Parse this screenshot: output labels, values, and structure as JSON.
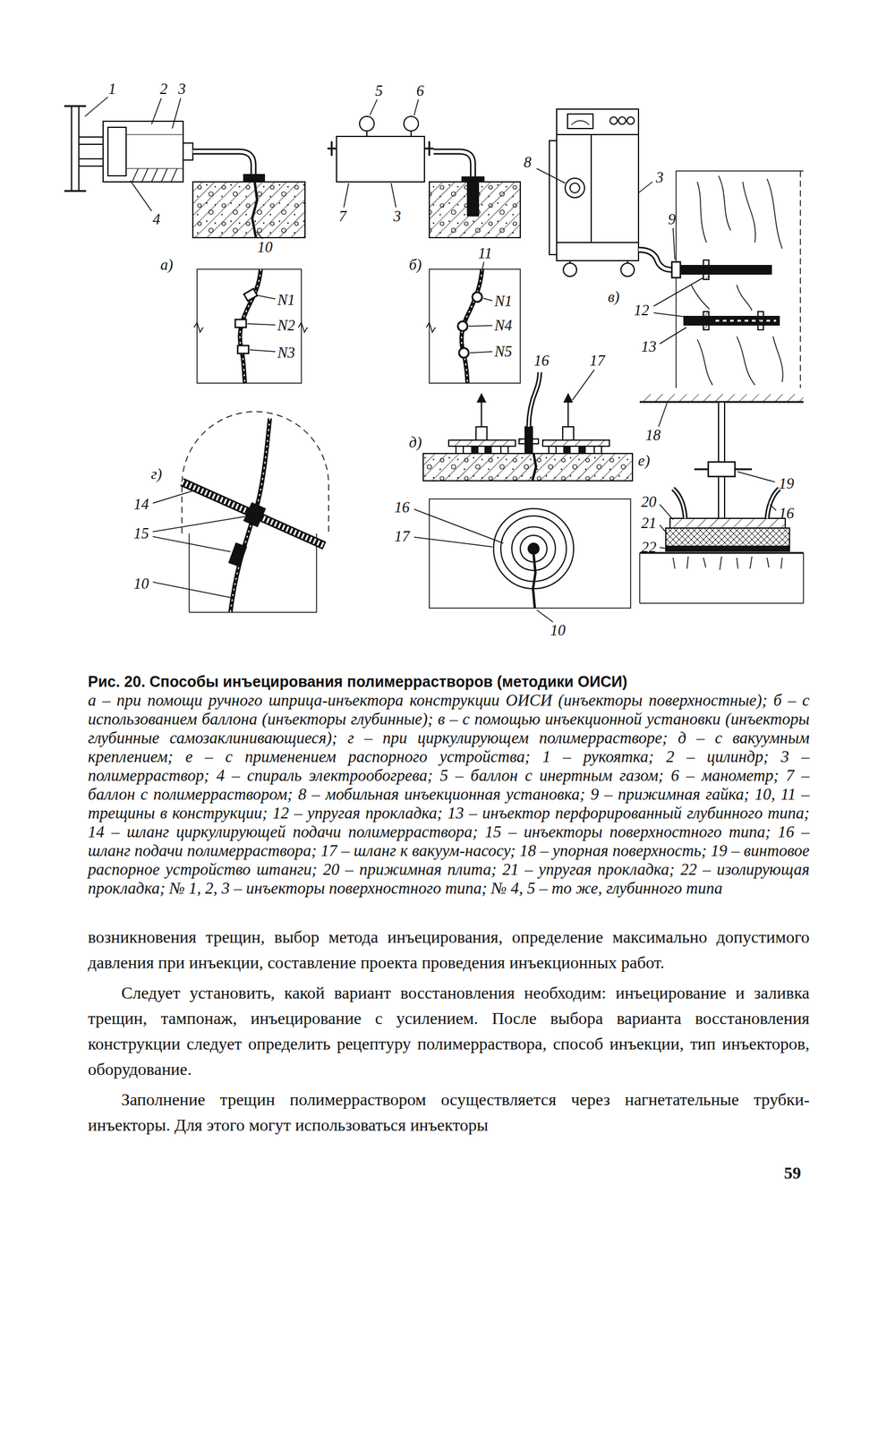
{
  "diagram": {
    "caption": "Рис. 20. Способы инъецирования полимеррастворов (методики ОИСИ)",
    "labels": [
      "1",
      "2",
      "3",
      "4",
      "а)",
      "10",
      "N1",
      "N2",
      "N3",
      "5",
      "6",
      "7",
      "3",
      "б)",
      "11",
      "N1",
      "N4",
      "N5",
      "8",
      "3",
      "9",
      "в)",
      "12",
      "13",
      "г)",
      "14",
      "15",
      "10",
      "16",
      "17",
      "д)",
      "16",
      "17",
      "10",
      "18",
      "е)",
      "19",
      "20",
      "16",
      "21",
      "22",
      "а – при помощи ручного шприца-инъектора конструкции ОИСИ (инъекторы поверхностные); б – с использованием баллона (инъекторы глубинные); в – с помощью инъекционной установки (инъекторы глубинные самозаклинивающиеся); г – при циркулирующем полимеррастворе; д – с вакуумным креплением; е – с применением распорного устройства; 1 – рукоятка; 2 – цилиндр; 3 – полимерраствор; 4 – спираль электрообогрева; 5 – баллон с инертным газом; 6 – манометр; 7 – баллон с полимерраствором; 8 – мобильная инъекционная установка; 9 – прижимная гайка; 10, 11 – трещины в конструкции; 12 – упругая прокладка; 13 – инъектор перфорированный глубинного типа; 14 – шланг циркулирующей подачи полимерраствора; 15 – инъекторы поверхностного типа; 16 – шланг подачи полимерраствора; 17 – шланг к вакуум-насосу; 18 – упорная поверхность; 19 – винтовое распорное устройство штанги; 20 – прижимная плита; 21 – упругая прокладка; 22 – изолирующая прокладка; № 1, 2, 3 – инъекторы поверхностного типа; № 4, 5 – то же, глубинного типа",
      "возникновения трещин, выбор метода инъецирования, определение максимально допустимого давления при инъекции, составление проекта проведения инъекционных работ.",
      "Следует установить, какой вариант восстановления необходим: инъецирование и заливка трещин, тампонаж, инъецирование с усилением. После выбора варианта восстановления конструкции следует определить рецептуру полимерраствора, способ инъекции, тип инъекторов, оборудование.",
      "Заполнение трещин полимерраствором осуществляется через нагнетательные трубки-инъекторы. Для этого могут использоваться инъекторы",
      "59"
    ]
  }
}
